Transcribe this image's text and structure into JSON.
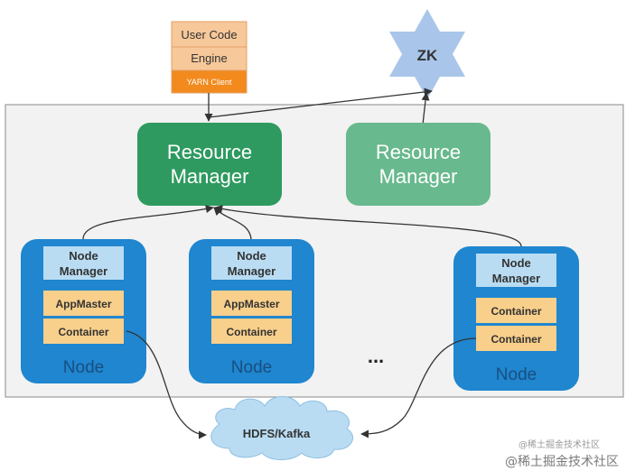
{
  "client": {
    "user_code": "User Code",
    "engine": "Engine",
    "yarn_client": "YARN Client"
  },
  "zk": {
    "label": "ZK"
  },
  "resource_managers": [
    {
      "line1": "Resource",
      "line2": "Manager",
      "state": "active"
    },
    {
      "line1": "Resource",
      "line2": "Manager",
      "state": "standby"
    }
  ],
  "nodes": [
    {
      "nm_line1": "Node",
      "nm_line2": "Manager",
      "app_master": "AppMaster",
      "container": "Container",
      "label": "Node"
    },
    {
      "nm_line1": "Node",
      "nm_line2": "Manager",
      "app_master": "AppMaster",
      "container": "Container",
      "label": "Node"
    },
    {
      "nm_line1": "Node",
      "nm_line2": "Manager",
      "container_1": "Container",
      "container_2": "Container",
      "label": "Node"
    }
  ],
  "ellipsis": "...",
  "storage": {
    "label": "HDFS/Kafka"
  },
  "watermark": {
    "small": "@稀土掘金技术社区",
    "large": "@稀土掘金技术社区"
  },
  "colors": {
    "cluster_bg": "#f2f2f2",
    "rm_active": "#2e9a60",
    "rm_standby": "#68b98d",
    "node_blue": "#1f86cf",
    "node_manager_fill": "#b9dcf3",
    "task_orange": "#f8cf8b",
    "client_orange": "#f7c89a",
    "yarn_client_orange": "#f28a1e",
    "zk_star": "#a9c6ea",
    "cloud": "#b9dcf3"
  }
}
